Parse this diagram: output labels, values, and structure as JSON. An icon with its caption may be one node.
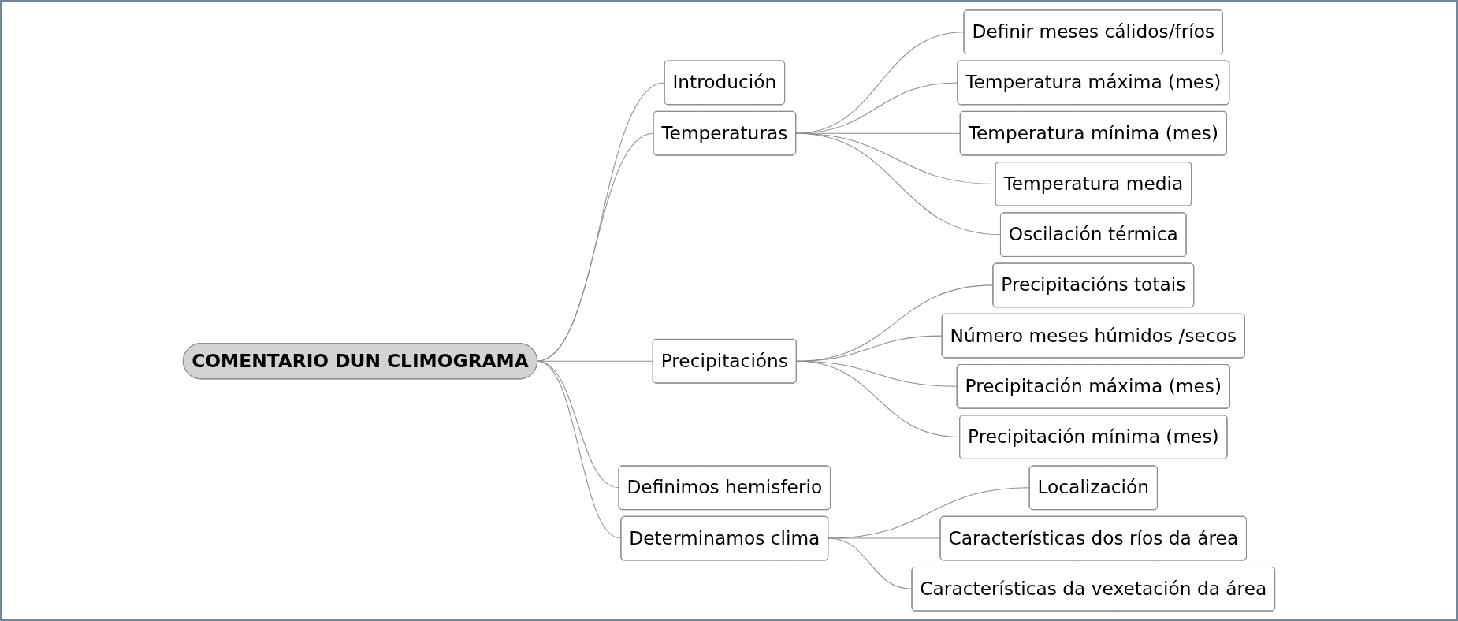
{
  "diagram": {
    "nodes": [
      {
        "text": [
          "COMENTARIO DUN CLIMOGRAMA"
        ]
      },
      {
        "text": [
          "Introdución"
        ]
      },
      {
        "text": [
          "Temperaturas"
        ]
      },
      {
        "text": [
          "Definir meses cálidos/fríos"
        ]
      },
      {
        "text": [
          "Temperatura máxima (mes)"
        ]
      },
      {
        "text": [
          "Temperatura mínima (mes)"
        ]
      },
      {
        "text": [
          "Temperatura media"
        ]
      },
      {
        "text": [
          "Oscilación térmica"
        ]
      },
      {
        "text": [
          "Precipitacións"
        ]
      },
      {
        "text": [
          "Precipitacións totais"
        ]
      },
      {
        "text": [
          "Número meses húmidos /secos"
        ]
      },
      {
        "text": [
          "Precipitación máxima (mes)"
        ]
      },
      {
        "text": [
          "Precipitación mínima (mes)"
        ]
      },
      {
        "text": [
          "Definimos hemisferio"
        ]
      },
      {
        "text": [
          "Determinamos clima"
        ]
      },
      {
        "text": [
          "Localización"
        ]
      },
      {
        "text": [
          "Características dos ríos da área"
        ]
      },
      {
        "text": [
          "Características da vexetación da área"
        ]
      }
    ],
    "edges": [
      {
        "from": 0,
        "to": 1,
        "arrow": "none"
      },
      {
        "from": 0,
        "to": 2,
        "arrow": "none"
      },
      {
        "from": 2,
        "to": 3,
        "arrow": "none"
      },
      {
        "from": 2,
        "to": 4,
        "arrow": "none"
      },
      {
        "from": 2,
        "to": 5,
        "arrow": "none"
      },
      {
        "from": 2,
        "to": 6,
        "arrow": "none"
      },
      {
        "from": 2,
        "to": 7,
        "arrow": "none"
      },
      {
        "from": 0,
        "to": 8,
        "arrow": "none"
      },
      {
        "from": 8,
        "to": 9,
        "arrow": "none"
      },
      {
        "from": 8,
        "to": 10,
        "arrow": "none"
      },
      {
        "from": 8,
        "to": 11,
        "arrow": "none"
      },
      {
        "from": 8,
        "to": 12,
        "arrow": "none"
      },
      {
        "from": 0,
        "to": 13,
        "arrow": "none"
      },
      {
        "from": 0,
        "to": 14,
        "arrow": "none"
      },
      {
        "from": 14,
        "to": 15,
        "arrow": "none"
      },
      {
        "from": 14,
        "to": 16,
        "arrow": "none"
      },
      {
        "from": 14,
        "to": 17,
        "arrow": "none"
      }
    ]
  }
}
